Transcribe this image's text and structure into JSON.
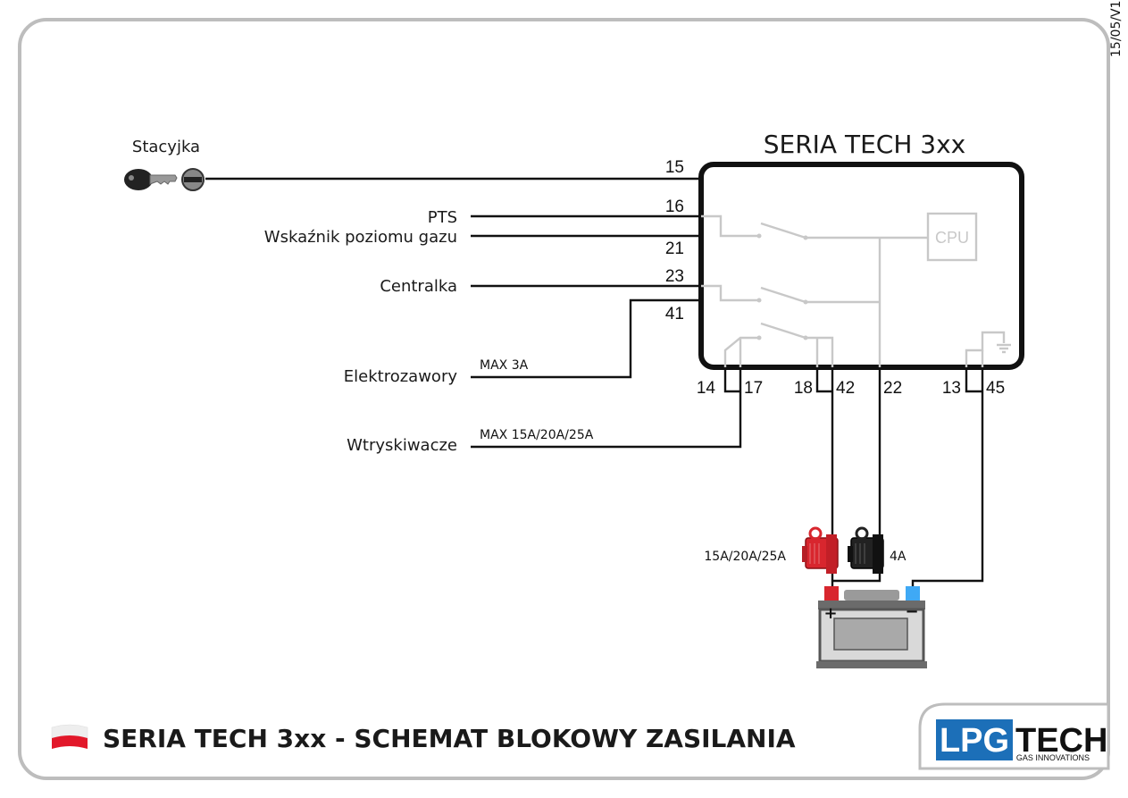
{
  "module": {
    "title": "SERIA TECH 3xx",
    "cpu_label": "CPU"
  },
  "inputs": {
    "ignition": "Stacyjka",
    "pts": "PTS",
    "gas_level": "Wskaźnik poziomu gazu",
    "central": "Centralka",
    "valves": "Elektrozawory",
    "injectors": "Wtryskiwacze"
  },
  "limits": {
    "valves": "MAX 3A",
    "injectors": "MAX 15A/20A/25A"
  },
  "pins": {
    "p15": "15",
    "p16": "16",
    "p21": "21",
    "p23": "23",
    "p41": "41",
    "p14": "14",
    "p17": "17",
    "p18": "18",
    "p42": "42",
    "p22": "22",
    "p13": "13",
    "p45": "45"
  },
  "fuses": {
    "main": "15A/20A/25A",
    "small": "4A"
  },
  "battery": {
    "plus": "+",
    "minus": "−"
  },
  "footer": {
    "title": "SERIA TECH 3xx - SCHEMAT BLOKOWY ZASILANIA"
  },
  "logo": {
    "part1": "LPG",
    "part2": "TECH",
    "tagline": "GAS INNOVATIONS"
  },
  "version": "15/05/V1",
  "colors": {
    "frame": "#bdbdbd",
    "inner_lines": "#c8c8c8",
    "fuse_red": "#d8262e",
    "fuse_black": "#222222",
    "logo_blue": "#1c6fb8",
    "terminal_blue": "#3fa9f5"
  }
}
